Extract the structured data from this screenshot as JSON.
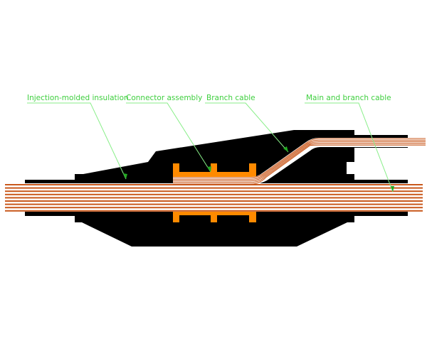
{
  "labels": {
    "insulation": "Injection-molded insulation",
    "connector": "Connector assembly",
    "branch": "Branch cable",
    "main": "Main and branch cable"
  },
  "colors": {
    "body": "#000000",
    "conductor": "#c9581c",
    "connector": "#ff8a00",
    "label": "#3fcf3f",
    "leader": "#88ee88"
  }
}
